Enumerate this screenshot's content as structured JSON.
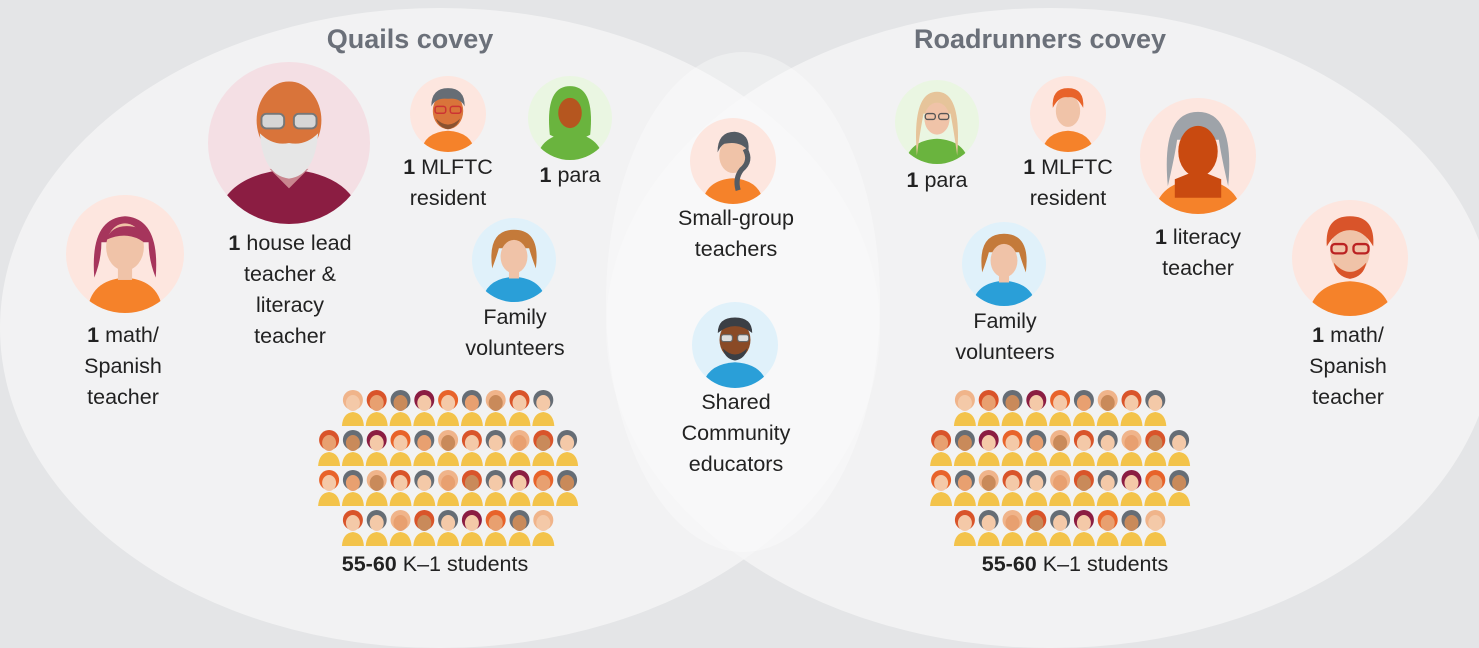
{
  "quails": {
    "title": "Quails covey",
    "math_teacher": {
      "count": "1",
      "role_line1": "math/",
      "role_line2": "Spanish",
      "role_line3": "teacher"
    },
    "house_lead": {
      "count": "1",
      "role_line1": "house lead",
      "role_line2": "teacher &",
      "role_line3": "literacy",
      "role_line4": "teacher"
    },
    "resident": {
      "count": "1",
      "role_line1": "MLFTC",
      "role_line2": "resident"
    },
    "para": {
      "count": "1",
      "role": "para"
    },
    "family": {
      "line1": "Family",
      "line2": "volunteers"
    },
    "students": {
      "count": "55-60",
      "label": "K–1 students"
    }
  },
  "roadrunners": {
    "title": "Roadrunners covey",
    "para": {
      "count": "1",
      "role": "para"
    },
    "resident": {
      "count": "1",
      "role_line1": "MLFTC",
      "role_line2": "resident"
    },
    "literacy_teacher": {
      "count": "1",
      "role_line1": "literacy",
      "role_line2": "teacher"
    },
    "math_teacher": {
      "count": "1",
      "role_line1": "math/",
      "role_line2": "Spanish",
      "role_line3": "teacher"
    },
    "family": {
      "line1": "Family",
      "line2": "volunteers"
    },
    "students": {
      "count": "55-60",
      "label": "K–1 students"
    }
  },
  "shared": {
    "small_group": {
      "line1": "Small-group",
      "line2": "teachers"
    },
    "community": {
      "line1": "Shared",
      "line2": "Community",
      "line3": "educators"
    }
  },
  "colors": {
    "background": "#e4e5e7",
    "circle_fill": "#f6f6f6",
    "title": "#6b7079",
    "shirt_orange": "#f5822a",
    "shirt_blue": "#2a9fd8",
    "shirt_maroon": "#8b1d42",
    "shirt_green": "#6ab43e"
  },
  "icons": {
    "people": "person-avatar-icon",
    "students": "student-group-icon"
  }
}
